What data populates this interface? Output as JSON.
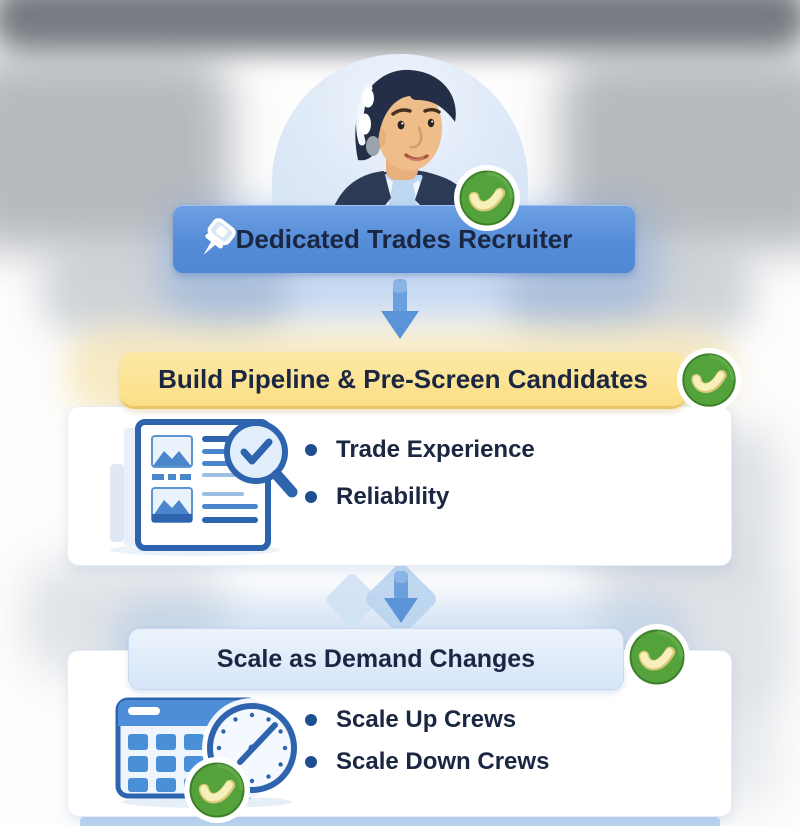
{
  "steps": [
    {
      "label": "Dedicated Trades Recruiter",
      "icon": "pushpin-icon",
      "checked": true
    },
    {
      "label": "Build Pipeline & Pre-Screen Candidates",
      "icon": "resume-search-icon",
      "checked": true,
      "bullets": [
        "Trade Experience",
        "Reliability"
      ]
    },
    {
      "label": "Scale as Demand Changes",
      "icon": "calendar-clock-icon",
      "checked": true,
      "bullets": [
        "Scale Up Crews",
        "Scale Down Crews"
      ]
    }
  ],
  "colors": {
    "step1_banner_blue": "#5b93dc",
    "step2_banner_yellow": "#fce189",
    "step3_banner_lightblue": "#dce8f8",
    "text_navy": "#1b2742",
    "check_green": "#54a23c",
    "check_mark_cream": "#f7f0ba",
    "icon_blue": "#2e63ae",
    "bullet_blue": "#1d4f8f",
    "arrow_blue": "#5b93d8"
  }
}
